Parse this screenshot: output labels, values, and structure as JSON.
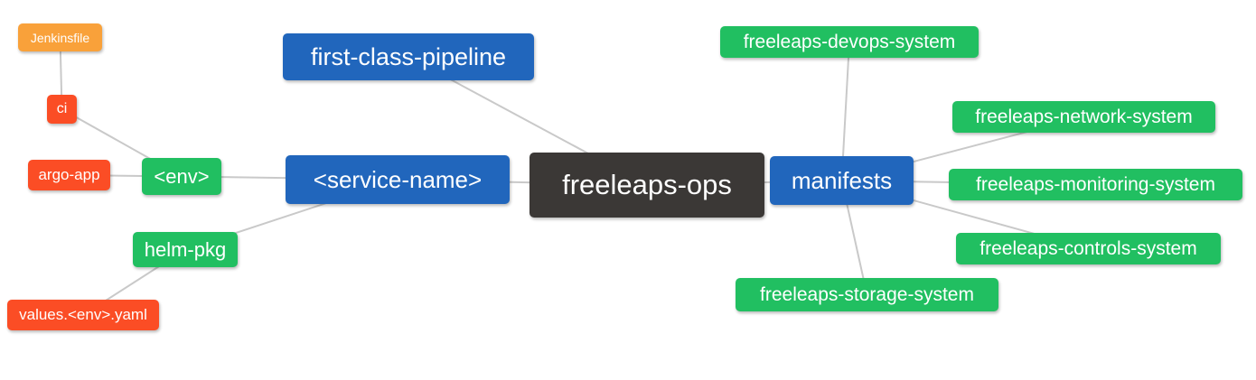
{
  "mindmap": {
    "title": "freeleaps-ops repository structure mind map",
    "root_id": "freeleaps-ops",
    "colors": {
      "root": "#3b3836",
      "branch_blue": "#2166bc",
      "leaf_green": "#21bf61",
      "leaf_red": "#fb4d25",
      "leaf_orange": "#f9a13a",
      "edge": "#c9c9c9",
      "text": "#ffffff"
    },
    "nodes": [
      {
        "id": "jenkinsfile",
        "label": "Jenkinsfile",
        "color": "#f9a13a"
      },
      {
        "id": "ci",
        "label": "ci",
        "color": "#fb4d25"
      },
      {
        "id": "argo-app",
        "label": "argo-app",
        "color": "#fb4d25"
      },
      {
        "id": "env",
        "label": "<env>",
        "color": "#21bf61"
      },
      {
        "id": "helm-pkg",
        "label": "helm-pkg",
        "color": "#21bf61"
      },
      {
        "id": "values-env-yaml",
        "label": "values.<env>.yaml",
        "color": "#fb4d25"
      },
      {
        "id": "first-class-pipeline",
        "label": "first-class-pipeline",
        "color": "#2166bc"
      },
      {
        "id": "service-name",
        "label": "<service-name>",
        "color": "#2166bc"
      },
      {
        "id": "freeleaps-ops",
        "label": "freeleaps-ops",
        "color": "#3b3836"
      },
      {
        "id": "manifests",
        "label": "manifests",
        "color": "#2166bc"
      },
      {
        "id": "freeleaps-devops-system",
        "label": "freeleaps-devops-system",
        "color": "#21bf61"
      },
      {
        "id": "freeleaps-network-system",
        "label": "freeleaps-network-system",
        "color": "#21bf61"
      },
      {
        "id": "freeleaps-monitoring-system",
        "label": "freeleaps-monitoring-system",
        "color": "#21bf61"
      },
      {
        "id": "freeleaps-controls-system",
        "label": "freeleaps-controls-system",
        "color": "#21bf61"
      },
      {
        "id": "freeleaps-storage-system",
        "label": "freeleaps-storage-system",
        "color": "#21bf61"
      }
    ],
    "edges": [
      {
        "from": "freeleaps-ops",
        "to": "first-class-pipeline"
      },
      {
        "from": "freeleaps-ops",
        "to": "service-name"
      },
      {
        "from": "freeleaps-ops",
        "to": "manifests"
      },
      {
        "from": "service-name",
        "to": "env"
      },
      {
        "from": "service-name",
        "to": "helm-pkg"
      },
      {
        "from": "env",
        "to": "ci"
      },
      {
        "from": "env",
        "to": "argo-app"
      },
      {
        "from": "ci",
        "to": "jenkinsfile"
      },
      {
        "from": "helm-pkg",
        "to": "values-env-yaml"
      },
      {
        "from": "manifests",
        "to": "freeleaps-devops-system"
      },
      {
        "from": "manifests",
        "to": "freeleaps-network-system"
      },
      {
        "from": "manifests",
        "to": "freeleaps-monitoring-system"
      },
      {
        "from": "manifests",
        "to": "freeleaps-controls-system"
      },
      {
        "from": "manifests",
        "to": "freeleaps-storage-system"
      }
    ]
  }
}
